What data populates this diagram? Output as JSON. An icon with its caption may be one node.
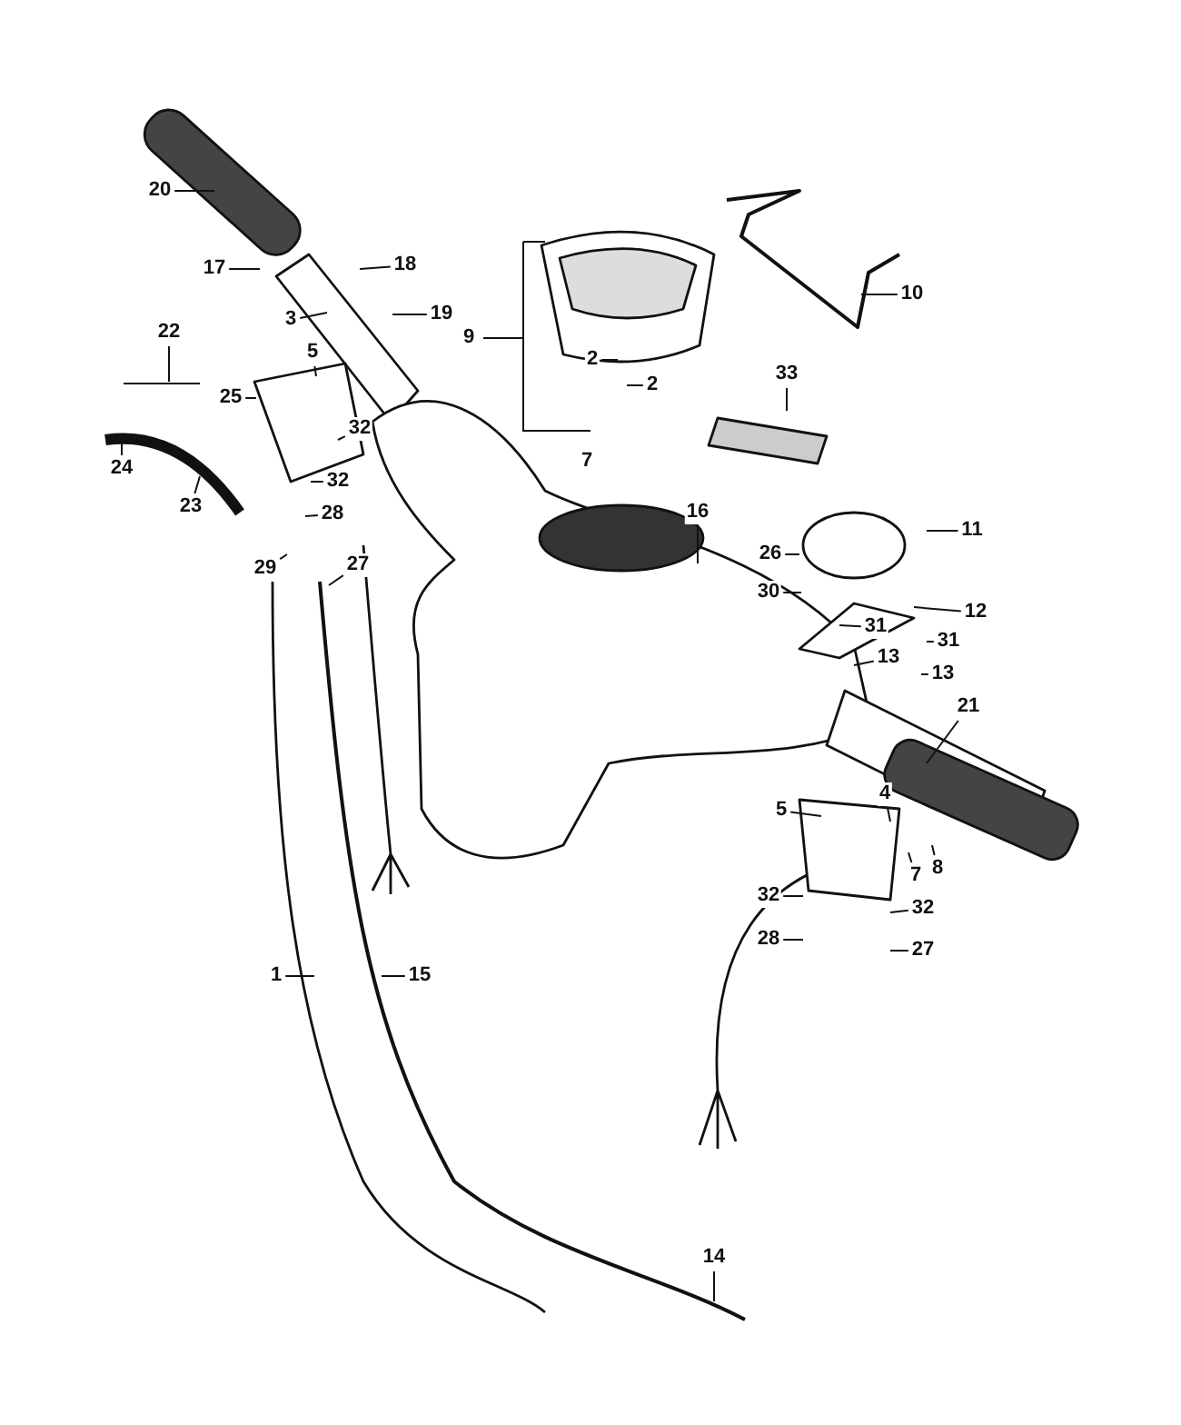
{
  "diagram": {
    "nodes": [
      {
        "text": [
          "20"
        ]
      },
      {
        "text": [
          "18"
        ]
      },
      {
        "text": [
          "17"
        ]
      },
      {
        "text": [
          "10"
        ]
      },
      {
        "text": [
          "19"
        ]
      },
      {
        "text": [
          "3"
        ]
      },
      {
        "text": [
          "22"
        ]
      },
      {
        "text": [
          "5"
        ]
      },
      {
        "text": [
          "2"
        ]
      },
      {
        "text": [
          "33"
        ]
      },
      {
        "text": [
          "2"
        ]
      },
      {
        "text": [
          "25"
        ]
      },
      {
        "text": [
          "32"
        ]
      },
      {
        "text": [
          "24"
        ]
      },
      {
        "text": [
          "32"
        ]
      },
      {
        "text": [
          "23"
        ]
      },
      {
        "text": [
          "28"
        ]
      },
      {
        "text": [
          "16"
        ]
      },
      {
        "text": [
          "11"
        ]
      },
      {
        "text": [
          "26"
        ]
      },
      {
        "text": [
          "27"
        ]
      },
      {
        "text": [
          "29"
        ]
      },
      {
        "text": [
          "30"
        ]
      },
      {
        "text": [
          "12"
        ]
      },
      {
        "text": [
          "31"
        ]
      },
      {
        "text": [
          "31"
        ]
      },
      {
        "text": [
          "13"
        ]
      },
      {
        "text": [
          "13"
        ]
      },
      {
        "text": [
          "21"
        ]
      },
      {
        "text": [
          "4"
        ]
      },
      {
        "text": [
          "5"
        ]
      },
      {
        "text": [
          "8"
        ]
      },
      {
        "text": [
          "7"
        ]
      },
      {
        "text": [
          "32"
        ]
      },
      {
        "text": [
          "32"
        ]
      },
      {
        "text": [
          "28"
        ]
      },
      {
        "text": [
          "27"
        ]
      },
      {
        "text": [
          "1"
        ]
      },
      {
        "text": [
          "15"
        ]
      },
      {
        "text": [
          "14"
        ]
      }
    ],
    "edges": [
      {
        "from": 0,
        "to": null,
        "arrow": "none"
      },
      {
        "from": 1,
        "to": null,
        "arrow": "none"
      },
      {
        "from": 2,
        "to": null,
        "arrow": "none"
      },
      {
        "from": 3,
        "to": null,
        "arrow": "none"
      },
      {
        "from": 4,
        "to": null,
        "arrow": "none"
      },
      {
        "from": 5,
        "to": null,
        "arrow": "none"
      },
      {
        "from": 6,
        "to": null,
        "arrow": "none"
      },
      {
        "from": 7,
        "to": null,
        "arrow": "none"
      },
      {
        "from": 8,
        "to": null,
        "arrow": "none"
      },
      {
        "from": 9,
        "to": null,
        "arrow": "none"
      },
      {
        "from": 10,
        "to": null,
        "arrow": "none"
      },
      {
        "from": 11,
        "to": null,
        "arrow": "none"
      },
      {
        "from": 12,
        "to": null,
        "arrow": "none"
      },
      {
        "from": 13,
        "to": null,
        "arrow": "none"
      },
      {
        "from": 14,
        "to": null,
        "arrow": "none"
      },
      {
        "from": 15,
        "to": null,
        "arrow": "none"
      },
      {
        "from": 16,
        "to": null,
        "arrow": "none"
      },
      {
        "from": 17,
        "to": null,
        "arrow": "none"
      },
      {
        "from": 18,
        "to": null,
        "arrow": "none"
      },
      {
        "from": 19,
        "to": null,
        "arrow": "none"
      },
      {
        "from": 20,
        "to": null,
        "arrow": "none"
      },
      {
        "from": 21,
        "to": null,
        "arrow": "none"
      },
      {
        "from": 22,
        "to": null,
        "arrow": "none"
      },
      {
        "from": 23,
        "to": null,
        "arrow": "none"
      },
      {
        "from": 24,
        "to": null,
        "arrow": "none"
      },
      {
        "from": 25,
        "to": null,
        "arrow": "none"
      },
      {
        "from": 26,
        "to": null,
        "arrow": "none"
      },
      {
        "from": 27,
        "to": null,
        "arrow": "none"
      },
      {
        "from": 28,
        "to": null,
        "arrow": "none"
      },
      {
        "from": 29,
        "to": null,
        "arrow": "none"
      },
      {
        "from": 30,
        "to": null,
        "arrow": "none"
      },
      {
        "from": 31,
        "to": null,
        "arrow": "none"
      },
      {
        "from": 32,
        "to": null,
        "arrow": "none"
      },
      {
        "from": 33,
        "to": null,
        "arrow": "none"
      },
      {
        "from": 34,
        "to": null,
        "arrow": "none"
      },
      {
        "from": 35,
        "to": null,
        "arrow": "none"
      },
      {
        "from": 36,
        "to": null,
        "arrow": "none"
      },
      {
        "from": 37,
        "to": null,
        "arrow": "none"
      },
      {
        "from": 38,
        "to": null,
        "arrow": "none"
      },
      {
        "from": 39,
        "to": null,
        "arrow": "none"
      }
    ],
    "labels": [
      "9",
      "7"
    ]
  }
}
